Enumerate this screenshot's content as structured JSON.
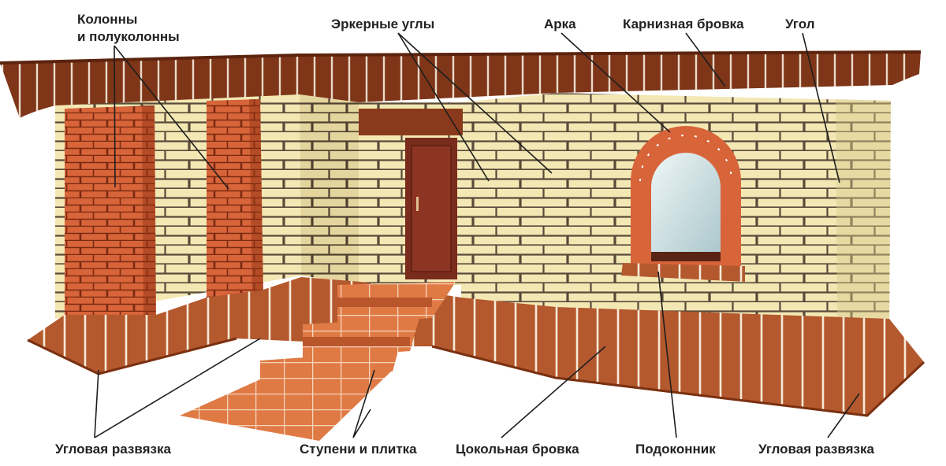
{
  "labels": {
    "columns_line1": "Колонны",
    "columns_line2": "и полуколонны",
    "bay_corners": "Эркерные углы",
    "arch": "Арка",
    "cornice": "Карнизная бровка",
    "corner": "Угол",
    "corner_tie_left": "Угловая развязка",
    "steps_tiles": "Ступени и плитка",
    "plinth": "Цокольная бровка",
    "sill": "Подоконник",
    "corner_tie_right": "Угловая развязка"
  },
  "colors": {
    "light_brick": "#f3e8b4",
    "mortar": "#5a4a3a",
    "red_brick": "#d8643a",
    "cornice_brown": "#7e3518",
    "plinth_brown": "#b4582e",
    "door": "#7a2c1c",
    "glass": "#c8dde0",
    "leader": "#1e1e1e"
  }
}
